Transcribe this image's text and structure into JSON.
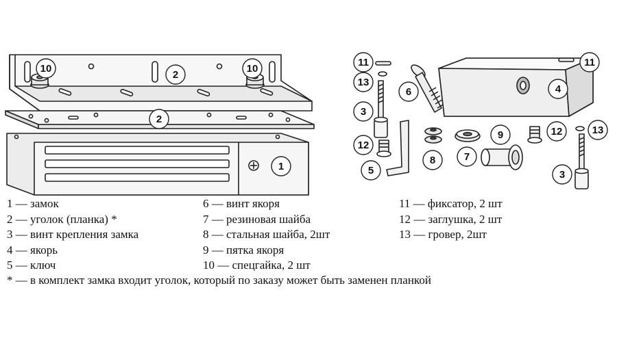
{
  "callouts": {
    "lock": "1",
    "bracket_top": "2",
    "bracket_mid": "2",
    "screw": "3",
    "armature": "4",
    "key": "5",
    "armature_screw": "6",
    "rubber_washer": "7",
    "steel_washer": "8",
    "armature_heel": "9",
    "nut_left": "10",
    "nut_right": "10",
    "pin_left": "11",
    "pin_right": "11",
    "plug_left": "12",
    "plug_right": "12",
    "grover_left": "13",
    "grover_right": "13",
    "screw_right": "3"
  },
  "legend": {
    "col1": [
      "1 — замок",
      "2 — уголок (планка) *",
      "3 — винт крепления замка",
      "4 — якорь",
      "5 — ключ"
    ],
    "col2": [
      "6 — винт якоря",
      "7 — резиновая шайба",
      "8 — стальная шайба, 2шт",
      "9 — пятка якоря",
      "10 — спецгайка, 2 шт"
    ],
    "col3": [
      "11 — фиксатор, 2 шт",
      "12 — заглушка, 2 шт",
      "13 — гровер, 2шт"
    ],
    "footnote": "* — в комплект замка входит уголок, который по заказу может быть заменен планкой"
  }
}
